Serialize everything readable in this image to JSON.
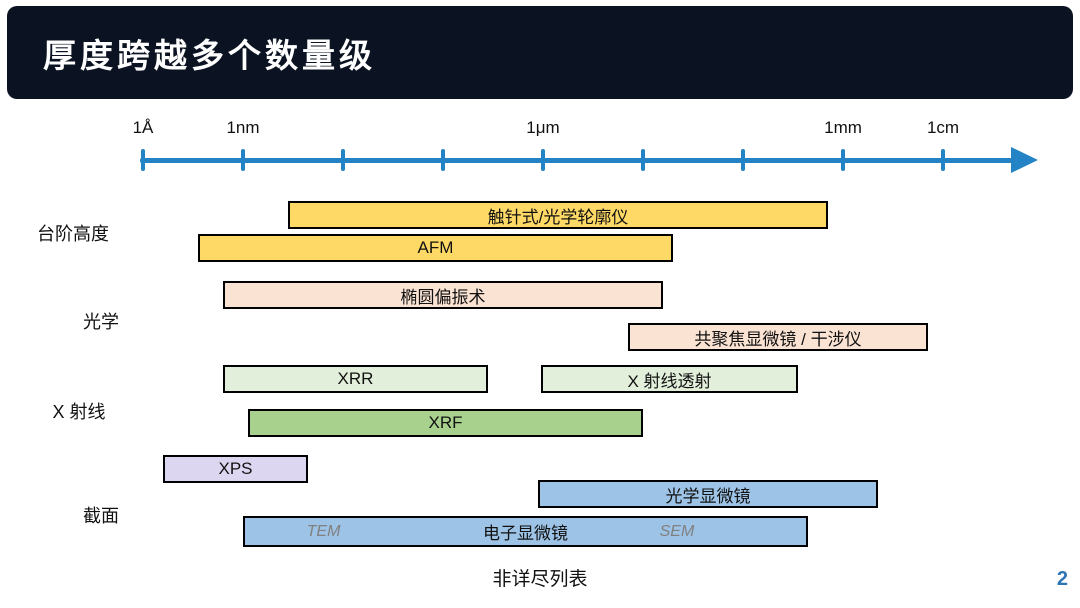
{
  "slide": {
    "title": "厚度跨越多个数量级",
    "footer_note": "非详尽列表",
    "page_number": "2"
  },
  "colors": {
    "header_bg": "#0B1322",
    "axis_blue": "#2383C4",
    "page_number_blue": "#2E75B6",
    "bar_border": "#000000"
  },
  "chart_data": {
    "type": "bar",
    "subtype": "horizontal-log-range",
    "title": "厚度跨越多个数量级",
    "note": "非详尽列表",
    "axis": {
      "scale": "log",
      "quantity": "厚度",
      "labels": [
        {
          "text": "1Å",
          "decade": 0
        },
        {
          "text": "1nm",
          "decade": 1
        },
        {
          "text": "1μm",
          "decade": 4
        },
        {
          "text": "1mm",
          "decade": 7
        },
        {
          "text": "1cm",
          "decade": 8
        }
      ],
      "tick_decades": [
        0,
        1,
        2,
        3,
        4,
        5,
        6,
        7,
        8
      ],
      "decade_unit": "powers of 10 above 1 Å"
    },
    "row_groups": [
      {
        "label": "台阶高度"
      },
      {
        "label": "光学"
      },
      {
        "label": "X 射线"
      },
      {
        "label": "截面"
      }
    ],
    "bars": [
      {
        "name": "stylus-optical-profilometer",
        "group": "台阶高度",
        "label": "触针式/光学轮廓仪",
        "start_decade": 1.45,
        "end_decade": 6.85,
        "approx_range": "≈3nm – 0.7mm",
        "color": "#FFD966"
      },
      {
        "name": "afm",
        "group": "台阶高度",
        "label": "AFM",
        "start_decade": 0.55,
        "end_decade": 5.3,
        "approx_range": "≈0.3nm – 20μm",
        "color": "#FFD966"
      },
      {
        "name": "ellipsometry",
        "group": "光学",
        "label": "椭圆偏振术",
        "start_decade": 0.8,
        "end_decade": 5.2,
        "approx_range": "≈0.6nm – 16μm",
        "color": "#FBE3D4"
      },
      {
        "name": "confocal-interferometer",
        "group": "光学",
        "label": "共聚焦显微镜 / 干涉仪",
        "start_decade": 4.85,
        "end_decade": 7.85,
        "approx_range": "≈7μm – 7mm",
        "color": "#FBE3D4"
      },
      {
        "name": "xrr",
        "group": "X 射线",
        "label": "XRR",
        "start_decade": 0.8,
        "end_decade": 3.45,
        "approx_range": "≈0.6nm – 0.3μm",
        "color": "#E2EFDA"
      },
      {
        "name": "xray-transmission",
        "group": "X 射线",
        "label": "X 射线透射",
        "start_decade": 3.98,
        "end_decade": 6.55,
        "approx_range": "≈1μm – 0.35mm",
        "color": "#E2EFDA"
      },
      {
        "name": "xrf",
        "group": "X 射线",
        "label": "XRF",
        "start_decade": 1.05,
        "end_decade": 5.0,
        "approx_range": "≈1nm – 10μm",
        "color": "#A9D18E"
      },
      {
        "name": "xps",
        "group": "X 射线",
        "label": "XPS",
        "start_decade": 0.2,
        "end_decade": 1.65,
        "approx_range": "≈0.2nm – 4.5nm",
        "color": "#DCD6F1"
      },
      {
        "name": "optical-microscope",
        "group": "截面",
        "label": "光学显微镜",
        "start_decade": 3.95,
        "end_decade": 7.35,
        "approx_range": "≈1μm – 2mm",
        "color": "#9DC3E6"
      },
      {
        "name": "electron-microscope",
        "group": "截面",
        "label": "电子显微镜",
        "side_labels": [
          "TEM",
          "SEM"
        ],
        "start_decade": 1.0,
        "end_decade": 6.65,
        "approx_range": "≈1nm – 0.45mm",
        "color": "#9DC3E6"
      }
    ]
  }
}
